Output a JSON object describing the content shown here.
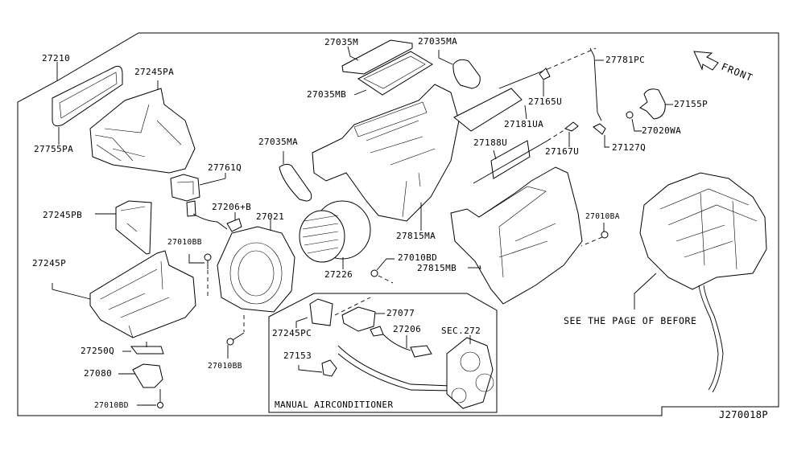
{
  "diagram_code": "J270018P",
  "front_label": "FRONT",
  "section_note": "SEE THE PAGE OF BEFORE",
  "inset": {
    "title": "MANUAL AIRCONDITIONER",
    "labels": {
      "p27245PC": "27245PC",
      "p27077": "27077",
      "p27206": "27206",
      "sec272": "SEC.272",
      "p27153": "27153"
    }
  },
  "labels": {
    "p27210": "27210",
    "p27245PA": "27245PA",
    "p27755PA": "27755PA",
    "p27035M": "27035M",
    "p27035MA_top": "27035MA",
    "p27035MB": "27035MB",
    "p27035MA_left": "27035MA",
    "p27781PC": "27781PC",
    "p27165U": "27165U",
    "p27181UA": "27181UA",
    "p27188U": "27188U",
    "p27167U": "27167U",
    "p27127Q": "27127Q",
    "p27155P": "27155P",
    "p27020WA": "27020WA",
    "p27761Q": "27761Q",
    "p27206B": "27206+B",
    "p27021": "27021",
    "p27245PB": "27245PB",
    "p27010BB_upper": "27010BB",
    "p27245P": "27245P",
    "p27226": "27226",
    "p27815MA": "27815MA",
    "p27010BD": "27010BD",
    "p27815MB": "27815MB",
    "p27010BA": "27010BA",
    "p27250Q": "27250Q",
    "p27080": "27080",
    "p27010BD_lower": "27010BD",
    "p27010BB_lower": "27010BB"
  }
}
